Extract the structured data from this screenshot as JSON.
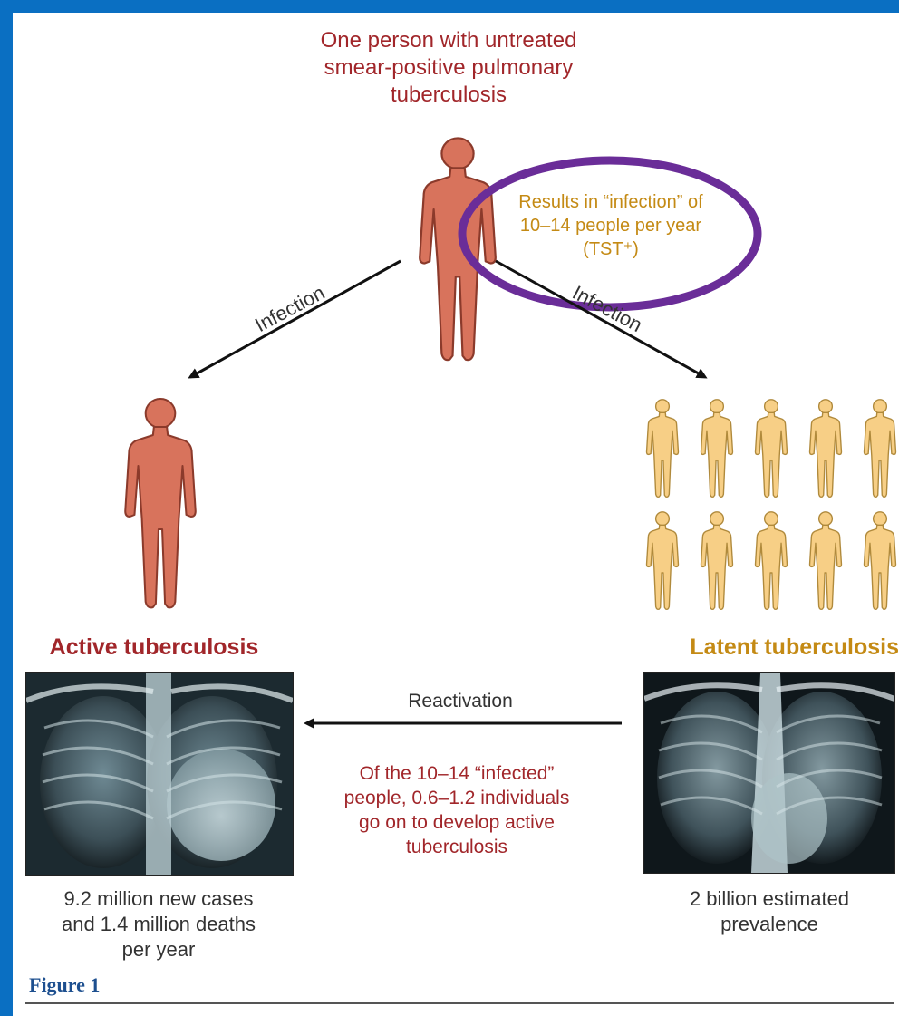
{
  "source": {
    "line1": "One person with untreated",
    "line2": "smear-positive pulmonary",
    "line3": "tuberculosis"
  },
  "callout": {
    "line1": "Results in “infection” of",
    "line2": "10–14 people per year",
    "line3": "(TST⁺)"
  },
  "edges": {
    "infection_left": "Infection",
    "infection_right": "Infection",
    "reactivation": "Reactivation"
  },
  "active": {
    "title": "Active tuberculosis",
    "stat_line1": "9.2 million new cases",
    "stat_line2": "and 1.4 million deaths",
    "stat_line3": "per year"
  },
  "latent": {
    "title": "Latent tuberculosis",
    "stat_line1": "2 billion estimated",
    "stat_line2": "prevalence"
  },
  "reactivation_note": {
    "line1": "Of the 10–14 “infected”",
    "line2": "people, 0.6–1.2 individuals",
    "line3": "go on to develop active",
    "line4": "tuberculosis"
  },
  "caption": "Figure 1",
  "colors": {
    "frame": "#0a6fc2",
    "red_text": "#a1262a",
    "gold_text": "#c48a14",
    "red_figure": "#d8735c",
    "gold_figure": "#f7cf86",
    "callout_ring": "#6a2d98",
    "caption": "#1d4f8f"
  },
  "icons": {
    "person": "human-figure-icon",
    "xray": "chest-xray-image"
  }
}
